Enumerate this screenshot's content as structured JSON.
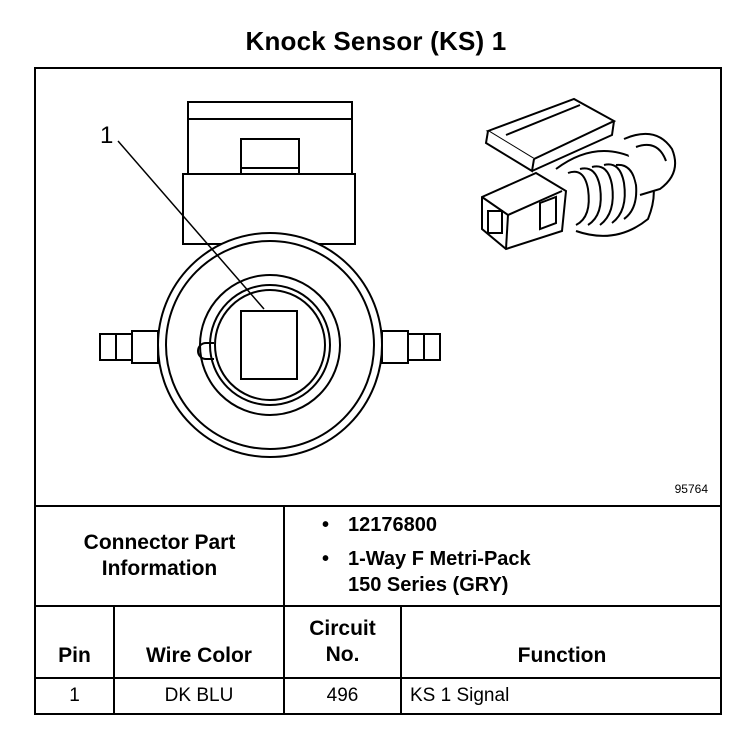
{
  "title": "Knock Sensor (KS) 1",
  "figure": {
    "callout_label": "1",
    "figure_number": "95764"
  },
  "connector_info": {
    "label_line1": "Connector Part",
    "label_line2": "Information",
    "items": [
      "12176800",
      "1-Way F Metri-Pack\n150 Series (GRY)"
    ]
  },
  "table": {
    "headers": {
      "pin": "Pin",
      "wire_color": "Wire Color",
      "circuit_line1": "Circuit",
      "circuit_line2": "No.",
      "function": "Function"
    },
    "rows": [
      {
        "pin": "1",
        "wire_color": "DK BLU",
        "circuit": "496",
        "function": "KS 1 Signal"
      }
    ]
  }
}
